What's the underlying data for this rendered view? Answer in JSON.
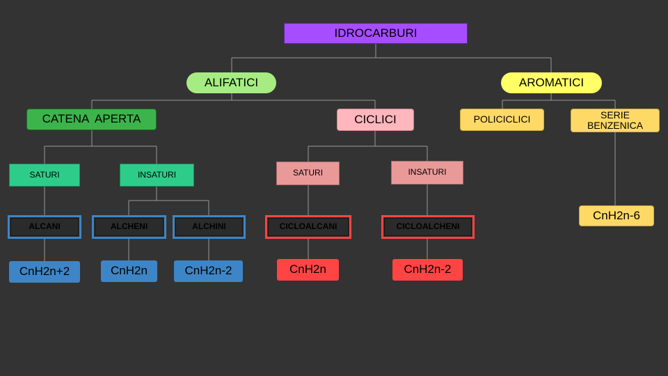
{
  "nodes": {
    "idrocarburi": "IDROCARBURI",
    "alifatici": "ALIFATICI",
    "aromatici": "AROMATICI",
    "catena_aperta": "CATENA  APERTA",
    "ciclici": "CICLICI",
    "policiclici": "POLICICLICI",
    "serie_benzenica": "SERIE\nBENZENICA",
    "saturi_aperta": "SATURI",
    "insaturi_aperta": "INSATURI",
    "saturi_ciclici": "SATURI",
    "insaturi_ciclici": "INSATURI",
    "alcani": "ALCANI",
    "alcheni": "ALCHENI",
    "alchini": "ALCHINI",
    "cicloalcani": "CICLOALCANI",
    "cicloalcheni": "CICLOALCHENI",
    "formula_alcani": "CnH2n+2",
    "formula_alcheni": "CnH2n",
    "formula_alchini": "CnH2n-2",
    "formula_cicloalcani": "CnH2n",
    "formula_cicloalcheni": "CnH2n-2",
    "formula_benzenica": "CnH2n-6"
  },
  "colors": {
    "background": "#333333",
    "connector": "#9a9a9a",
    "purple": "#a64dff",
    "green": "#a6ec82",
    "yellow_pill": "#ffff66",
    "green_dark": "#3cb44b",
    "pink": "#ffb6bd",
    "yellow": "#ffd966",
    "teal": "#2ecc8a",
    "rose": "#ea9999",
    "blue": "#3d85c6",
    "red": "#ff4444"
  }
}
